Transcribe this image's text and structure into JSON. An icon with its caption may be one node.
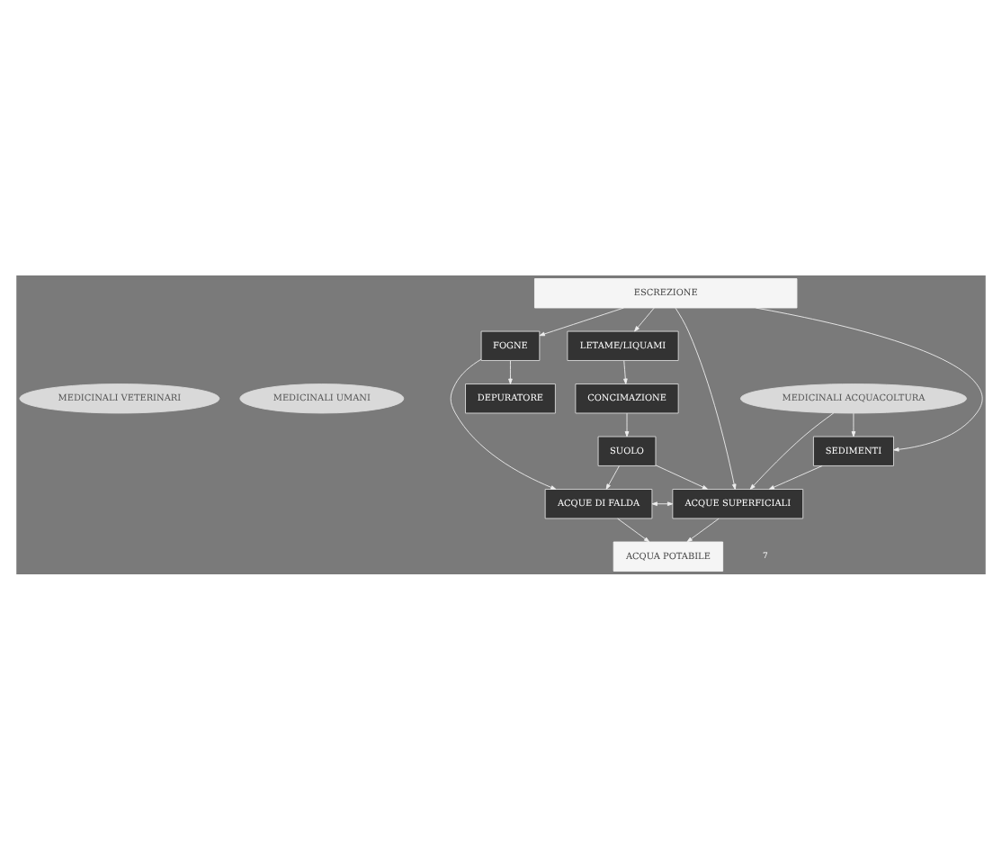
{
  "diagram": {
    "nodes": [
      {
        "text": [
          "MEDICINALI VETERINARI"
        ]
      },
      {
        "text": [
          "MEDICINALI UMANI"
        ]
      },
      {
        "text": [
          "MEDICINALI ACQUACOLTURA"
        ]
      },
      {
        "text": [
          "ESCREZIONE"
        ]
      },
      {
        "text": [
          "LETAME/LIQUAMI"
        ]
      },
      {
        "text": [
          "FOGNE"
        ]
      },
      {
        "text": [
          "CONCIMAZIONE"
        ]
      },
      {
        "text": [
          "DEPURATORE"
        ]
      },
      {
        "text": [
          "SUOLO"
        ]
      },
      {
        "text": [
          "SEDIMENTI"
        ]
      },
      {
        "text": [
          "ACQUE DI FALDA"
        ]
      },
      {
        "text": [
          "ACQUE SUPERFICIALI"
        ]
      },
      {
        "text": [
          "ACQUA POTABILE"
        ]
      }
    ],
    "edges": [
      {
        "from": 3,
        "to": 4,
        "arrow": "to"
      },
      {
        "from": 3,
        "to": 5,
        "arrow": "to"
      },
      {
        "from": 3,
        "to": 9,
        "arrow": "to"
      },
      {
        "from": 3,
        "to": 11,
        "arrow": "to"
      },
      {
        "from": 2,
        "to": 9,
        "arrow": "to"
      },
      {
        "from": 2,
        "to": 11,
        "arrow": "to"
      },
      {
        "from": 4,
        "to": 6,
        "arrow": "to"
      },
      {
        "from": 5,
        "to": 7,
        "arrow": "to"
      },
      {
        "from": 5,
        "to": 10,
        "arrow": "to"
      },
      {
        "from": 6,
        "to": 8,
        "arrow": "to"
      },
      {
        "from": 8,
        "to": 10,
        "arrow": "to"
      },
      {
        "from": 8,
        "to": 11,
        "arrow": "to"
      },
      {
        "from": 9,
        "to": 11,
        "arrow": "to"
      },
      {
        "from": 10,
        "to": 11,
        "arrow": "both"
      },
      {
        "from": 10,
        "to": 12,
        "arrow": "to"
      },
      {
        "from": 11,
        "to": 12,
        "arrow": "to"
      }
    ],
    "labels": [
      "7"
    ]
  }
}
